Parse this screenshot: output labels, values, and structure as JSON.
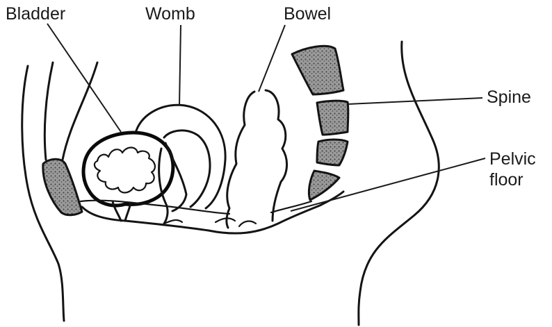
{
  "labels": {
    "bladder": "Bladder",
    "womb": "Womb",
    "bowel": "Bowel",
    "spine": "Spine",
    "pelvic_floor_line1": "Pelvic",
    "pelvic_floor_line2": "floor"
  },
  "colors": {
    "ink": "#141414",
    "bone_fill": "#8a8a8a",
    "background": "#ffffff"
  }
}
